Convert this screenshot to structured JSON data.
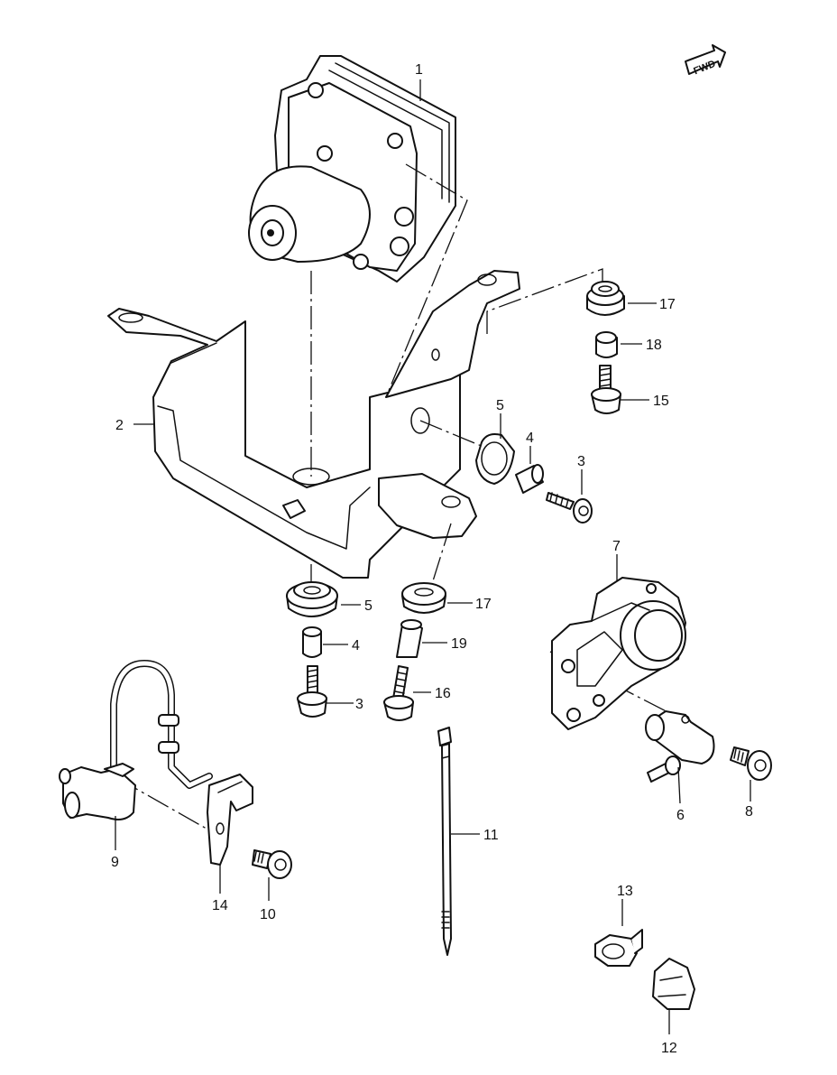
{
  "diagram": {
    "direction_badge": "FWD",
    "callouts": {
      "c1": "1",
      "c2": "2",
      "c3a": "3",
      "c3b": "3",
      "c4a": "4",
      "c4b": "4",
      "c5a": "5",
      "c5b": "5",
      "c6": "6",
      "c7": "7",
      "c8": "8",
      "c9": "9",
      "c10": "10",
      "c11": "11",
      "c12": "12",
      "c13": "13",
      "c14": "14",
      "c15": "15",
      "c16": "16",
      "c17a": "17",
      "c17b": "17",
      "c18": "18",
      "c19": "19"
    }
  }
}
